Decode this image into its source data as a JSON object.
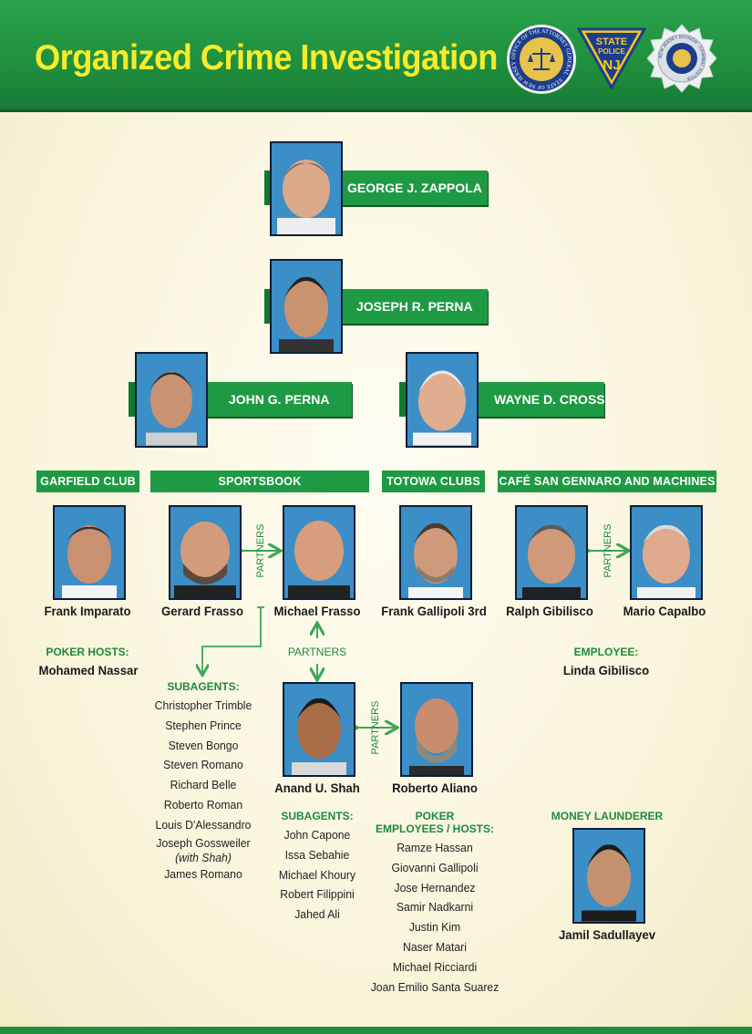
{
  "header": {
    "title": "Organized Crime Investigation",
    "seals": [
      "attorney-general-seal",
      "state-police-nj-badge",
      "criminal-justice-seal"
    ],
    "seal_text": {
      "ag": "OFFICE OF THE ATTORNEY GENERAL · STATE OF NEW JERSEY ·",
      "sp_top": "STATE",
      "sp_mid": "POLICE",
      "sp_nj": "NJ",
      "djc": "NEW JERSEY DIVISION · CRIMINAL JUSTICE ·"
    }
  },
  "colors": {
    "green": "#1f9a44",
    "title_yellow": "#f7ec2b",
    "text_green": "#1e8a3d",
    "photo_bg": "#3b8ec6"
  },
  "leaders": {
    "zappola": "GEORGE J. ZAPPOLA",
    "joseph": "JOSEPH R. PERNA",
    "john": "JOHN G. PERNA",
    "cross": "WAYNE D. CROSS"
  },
  "sections": {
    "garfield": "GARFIELD CLUB",
    "sportsbook": "SPORTSBOOK",
    "totowa": "TOTOWA CLUBS",
    "cafe": "CAFÉ SAN GENNARO AND MACHINES"
  },
  "people": {
    "imparato": "Frank Imparato",
    "gerard": "Gerard Frasso",
    "michael": "Michael Frasso",
    "gallipoli": "Frank Gallipoli 3rd",
    "ralph": "Ralph Gibilisco",
    "mario": "Mario Capalbo",
    "shah": "Anand U. Shah",
    "aliano": "Roberto Aliano",
    "jamil": "Jamil Sadullayev"
  },
  "relations": {
    "partners": "PARTNERS"
  },
  "roles": {
    "poker_hosts": "POKER HOSTS:",
    "poker_host_name": "Mohamed Nassar",
    "employee": "EMPLOYEE:",
    "employee_name": "Linda Gibilisco",
    "subagents_left": "SUBAGENTS:",
    "subagents_shah": "SUBAGENTS:",
    "poker_employees_1": "POKER",
    "poker_employees_2": "EMPLOYEES / HOSTS:",
    "money_launderer": "MONEY LAUNDERER"
  },
  "subagents_left": [
    "Christopher Trimble",
    "Stephen Prince",
    "Steven Bongo",
    "Steven Romano",
    "Richard Belle",
    "Roberto Roman",
    "Louis D'Alessandro",
    "Joseph Gossweiler"
  ],
  "subagents_left_note": "(with Shah)",
  "subagents_left_last": "James Romano",
  "subagents_shah": [
    "John Capone",
    "Issa Sebahie",
    "Michael Khoury",
    "Robert Filippini",
    "Jahed Ali"
  ],
  "poker_employees": [
    "Ramze Hassan",
    "Giovanni Gallipoli",
    "Jose Hernandez",
    "Samir Nadkarni",
    "Justin Kim",
    "Naser Matari",
    "Michael Ricciardi",
    "Joan Emilio Santa Suarez"
  ]
}
